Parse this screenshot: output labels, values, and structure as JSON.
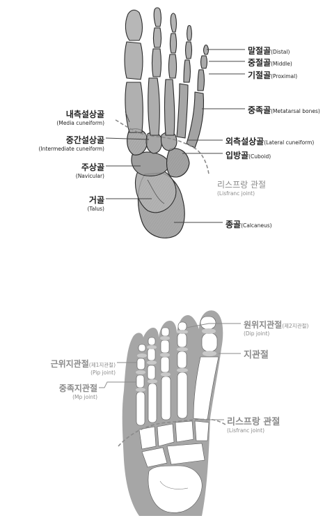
{
  "top_diagram": {
    "labels": {
      "distal": {
        "ko": "말절골",
        "en": "(Distal)"
      },
      "middle": {
        "ko": "중절골",
        "en": "(Middle)"
      },
      "proximal": {
        "ko": "기절골",
        "en": "(Proximal)"
      },
      "metatarsal": {
        "ko": "중족골",
        "en": "(Metatarsal bones)"
      },
      "lateral_cuneiform": {
        "ko": "외측설상골",
        "en": "(Lateral cuneiform)"
      },
      "cuboid": {
        "ko": "입방골",
        "en": "(Cuboid)"
      },
      "lisfranc": {
        "ko": "리스프랑 관절",
        "en": "(Lisfranc joint)"
      },
      "calcaneus": {
        "ko": "종골",
        "en": "(Calcaneus)"
      },
      "medial_cuneiform": {
        "ko": "내측설상골",
        "en": "(Media cuneiform)"
      },
      "intermediate_cuneiform": {
        "ko": "중간설상골",
        "en": "(Intermediate cuneiform)"
      },
      "navicular": {
        "ko": "주상골",
        "en": "(Navicular)"
      },
      "talus": {
        "ko": "거골",
        "en": "(Talus)"
      }
    }
  },
  "bottom_diagram": {
    "labels": {
      "dip": {
        "ko": "원위지관절",
        "en": "(제2지관절)",
        "sub": "(Dip joint)"
      },
      "toe_joint": {
        "ko": "지관절"
      },
      "lisfranc": {
        "ko": "리스프랑 관절",
        "sub": "(Lisfranc joint)"
      },
      "pip": {
        "ko": "근위지관절",
        "en": "(제1지관절)",
        "sub": "(Pip joint)"
      },
      "mp": {
        "ko": "중족지관절",
        "sub": "(Mp joint)"
      }
    }
  },
  "colors": {
    "bone_fill": "#a9a9a9",
    "bone_shade": "#7d7d7d",
    "bone_outline": "#2a2a2a",
    "sole_fill": "#a6a6a6",
    "sole_bone": "#ffffff",
    "leader": "#444444",
    "gray_text": "#8a8a8a"
  },
  "icons": [
    "foot-skeleton-dorsal-illustration",
    "foot-skeleton-plantar-illustration"
  ]
}
